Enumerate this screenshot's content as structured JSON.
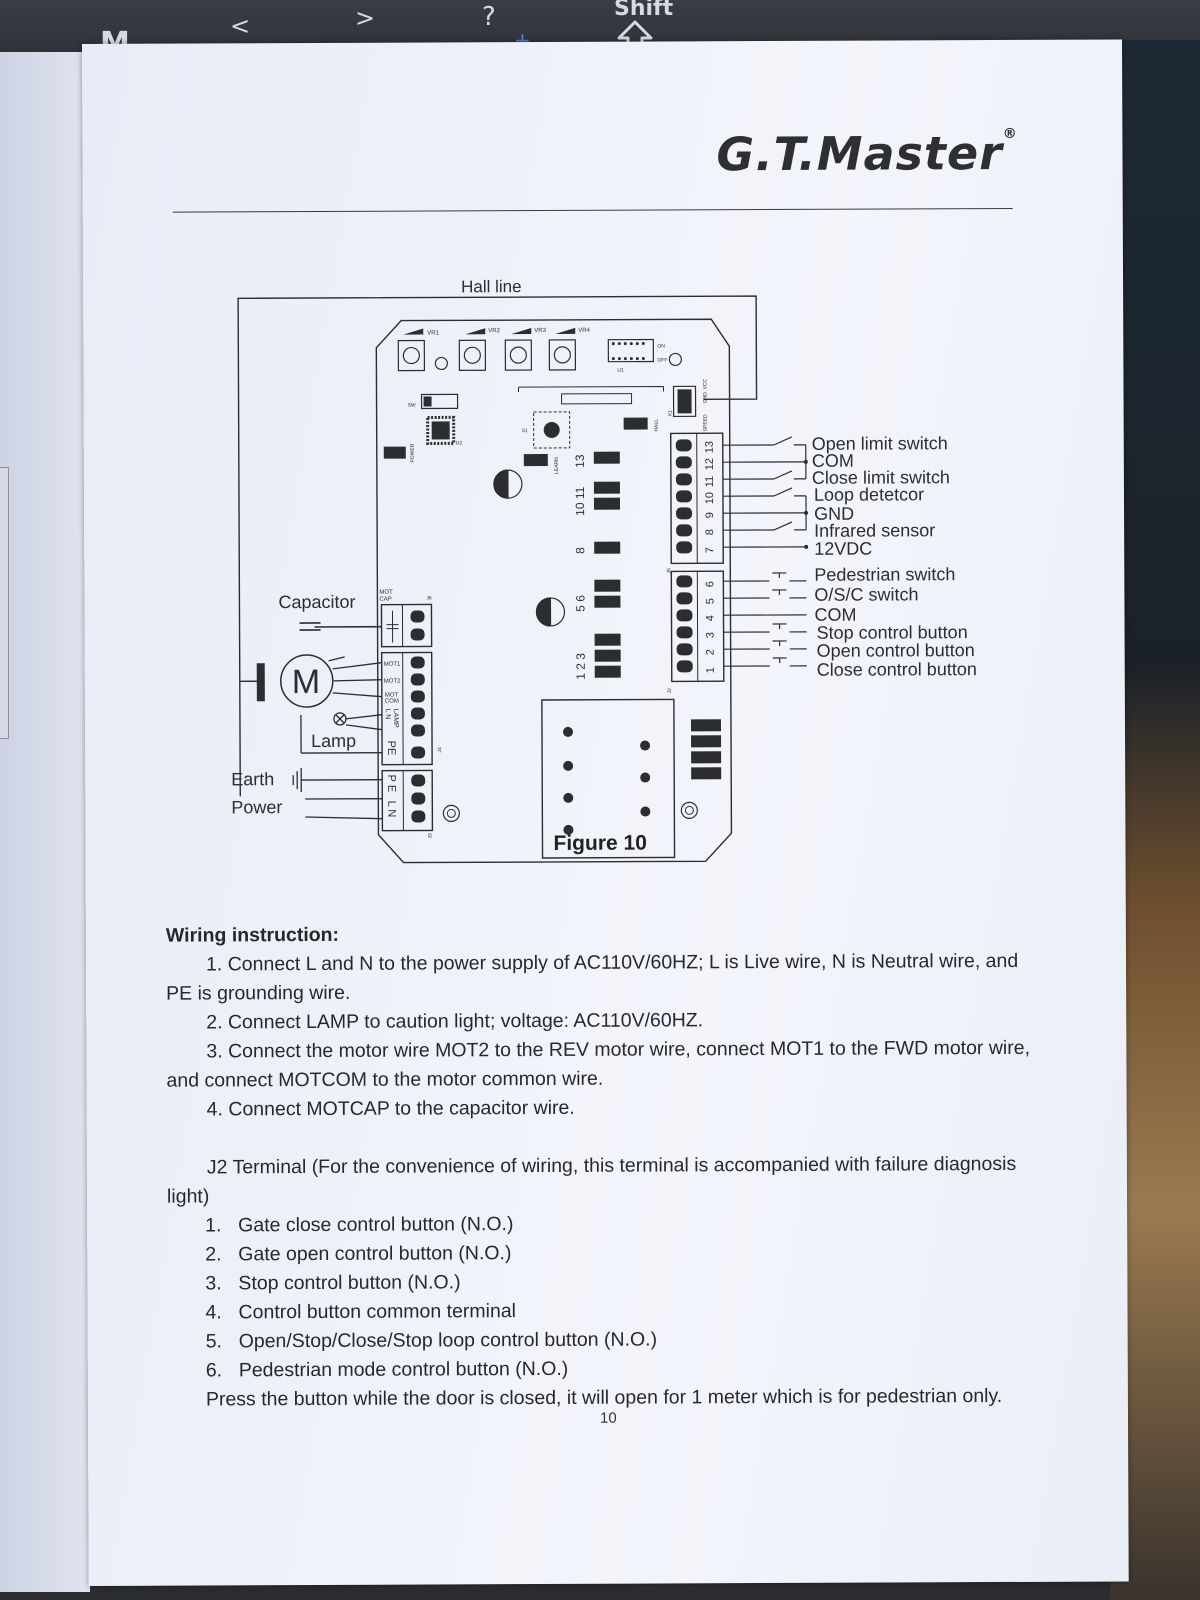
{
  "keyboard": {
    "key_m": "M",
    "key_less": "<",
    "key_greater": ">",
    "key_question": "?",
    "key_plus": "+",
    "key_shift": "Shift",
    "shift_icon": "up-arrow-outline-icon"
  },
  "brand": {
    "name": "G.T.Master",
    "reg": "®"
  },
  "diagram": {
    "hall_line": "Hall line",
    "capacitor": "Capacitor",
    "motor": "M",
    "lamp": "Lamp",
    "earth": "Earth",
    "power": "Power",
    "pots": [
      "VR1",
      "VR2",
      "VR3",
      "VR4"
    ],
    "dip_on": "ON",
    "dip_off": "OFF",
    "u1": "U1",
    "u2": "U2",
    "sw": "SW",
    "power_lbl": "POWER",
    "learn": "LEARN",
    "s1": "S1",
    "hall": "HALL",
    "x1": "X1",
    "x1_pins": [
      "SPEED",
      "GND",
      "VCC"
    ],
    "j6": "J6",
    "j4": "J4",
    "j3": "J3",
    "j2": "J2",
    "j5": "J5",
    "mot_cap": [
      "MOT",
      "CAP"
    ],
    "mot1": "MOT1",
    "mot2": "MOT2",
    "mot_com": [
      "MOT",
      "COM"
    ],
    "lamp_ln": [
      "LAMP",
      "L N"
    ],
    "pe_j4": "PE",
    "pe_j3": "P E",
    "ln_j3": "L N",
    "led_numbers_top": [
      "13",
      "10 11",
      "8",
      "5 6",
      "1 2 3"
    ],
    "j5_pins": [
      "7",
      "8",
      "9",
      "10",
      "11",
      "12",
      "13"
    ],
    "j2_pins": [
      "1",
      "2",
      "3",
      "4",
      "5",
      "6"
    ],
    "j5_labels": [
      "Open limit switch",
      "COM",
      "Close limit switch",
      "Loop detetcor",
      "GND",
      "Infrared sensor",
      "12VDC"
    ],
    "j2_labels": [
      "Pedestrian switch",
      "O/S/C switch",
      "COM",
      "Stop control button",
      "Open control button",
      "Close control button"
    ]
  },
  "figure_caption": "Figure 10",
  "wiring": {
    "heading": "Wiring instruction:",
    "items": [
      {
        "line1": "1. Connect L and N to the power supply of AC110V/60HZ; L is Live wire, N is Neutral wire, and",
        "line2": "PE is grounding wire."
      },
      {
        "line1": "2. Connect LAMP to caution light; voltage: AC110V/60HZ.",
        "line2": ""
      },
      {
        "line1": "3. Connect the motor wire MOT2 to the REV motor wire, connect MOT1 to the FWD motor wire,",
        "line2": "and connect MOTCOM to the motor common wire."
      },
      {
        "line1": "4. Connect MOTCAP to the capacitor wire.",
        "line2": ""
      }
    ]
  },
  "j2_section": {
    "intro_line1": "J2 Terminal (For the convenience of wiring, this terminal is accompanied with failure diagnosis",
    "intro_line2": "light)",
    "items": [
      {
        "num": "1.",
        "text": "Gate close control button (N.O.)"
      },
      {
        "num": "2.",
        "text": "Gate open control button (N.O.)"
      },
      {
        "num": "3.",
        "text": "Stop control button (N.O.)"
      },
      {
        "num": "4.",
        "text": "Control button common terminal"
      },
      {
        "num": "5.",
        "text": "Open/Stop/Close/Stop loop control button (N.O.)"
      },
      {
        "num": "6.",
        "text": "Pedestrian mode control button (N.O.)"
      }
    ],
    "note": "Press the button while the door is closed, it will open for 1 meter which is for pedestrian only."
  },
  "page_number": "10"
}
